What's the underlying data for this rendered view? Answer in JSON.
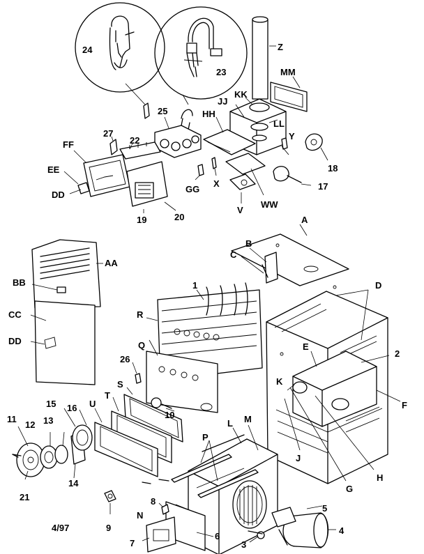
{
  "labels": {
    "n24": "24",
    "n23": "23",
    "Z": "Z",
    "MM": "MM",
    "KK": "KK",
    "JJ": "JJ",
    "HH": "HH",
    "LL": "LL",
    "n25": "25",
    "n27": "27",
    "n22": "22",
    "Y": "Y",
    "n18": "18",
    "FF": "FF",
    "EE": "EE",
    "DD_top": "DD",
    "GG": "GG",
    "X": "X",
    "n17": "17",
    "WW": "WW",
    "V": "V",
    "n19": "19",
    "n20": "20",
    "A": "A",
    "B": "B",
    "C": "C",
    "AA": "AA",
    "BB": "BB",
    "D": "D",
    "n1": "1",
    "R": "R",
    "CC": "CC",
    "DD_low": "DD",
    "Q": "Q",
    "n26": "26",
    "E": "E",
    "n2": "2",
    "K": "K",
    "F": "F",
    "S": "S",
    "n10": "10",
    "T": "T",
    "U": "U",
    "n15": "15",
    "n16": "16",
    "n11": "11",
    "n12": "12",
    "n13": "13",
    "L": "L",
    "M": "M",
    "P": "P",
    "n14": "14",
    "J": "J",
    "H": "H",
    "G": "G",
    "n21": "21",
    "n8": "8",
    "n5": "5",
    "N": "N",
    "n9": "9",
    "n6": "6",
    "n3": "3",
    "n4": "4",
    "n7": "7",
    "date": "4/97"
  }
}
